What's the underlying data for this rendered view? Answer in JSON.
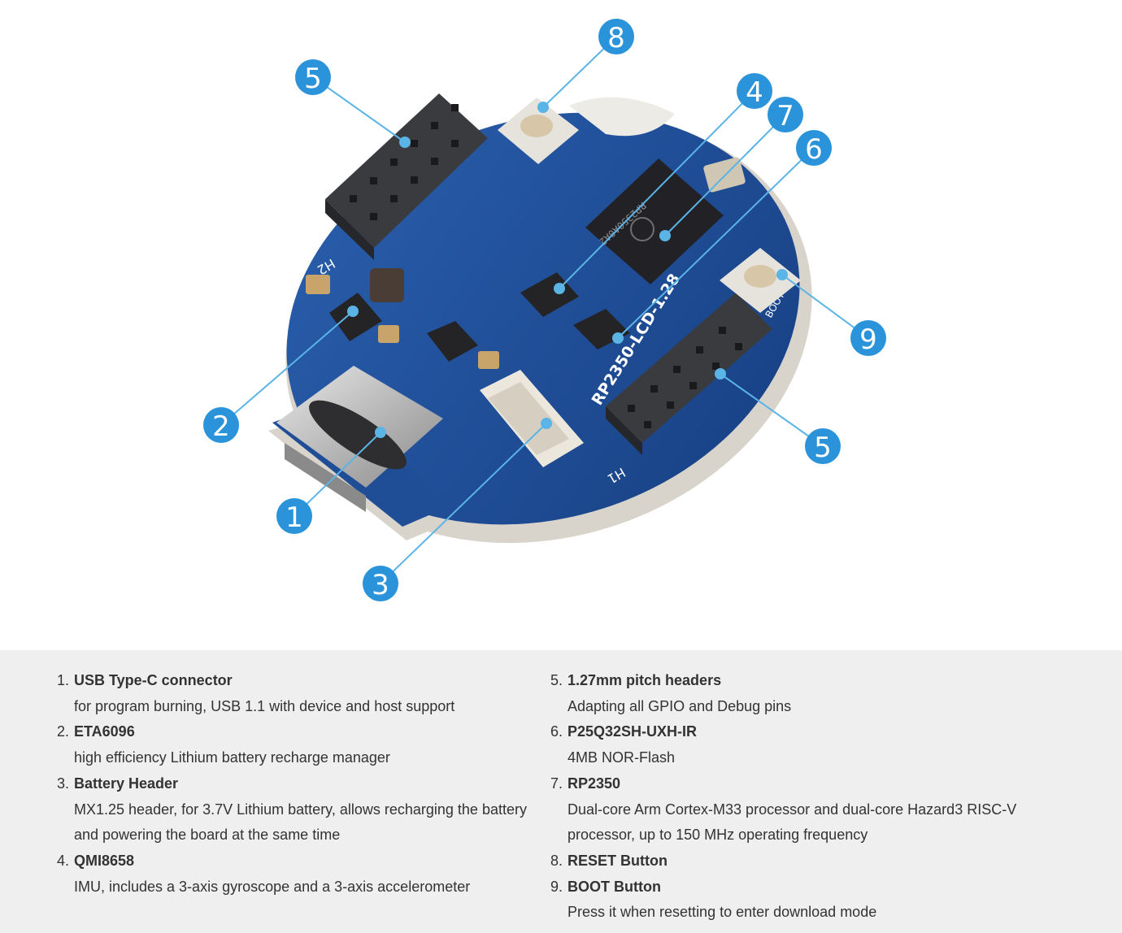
{
  "figure": {
    "board": {
      "silkscreen_name": "RP2350-LCD-1.28",
      "header_h1_label": "H1",
      "header_h2_label": "H2",
      "boot_label": "BOOT",
      "chip_text": "RP2350A0A2"
    },
    "callouts": [
      "1",
      "2",
      "3",
      "4",
      "5",
      "5",
      "6",
      "7",
      "8",
      "9"
    ],
    "colors": {
      "callout_fill": "#2b93d9",
      "leader_line": "#5ab4e6",
      "pcb_blue": "#1f4e96",
      "legend_bg": "#efefef"
    }
  },
  "legend": {
    "left": [
      {
        "num": "1.",
        "title": "USB Type-C connector",
        "desc": [
          "for program burning, USB 1.1 with device and host support"
        ]
      },
      {
        "num": "2.",
        "title": "ETA6096",
        "desc": [
          "high efficiency Lithium battery recharge manager"
        ]
      },
      {
        "num": "3.",
        "title": "Battery Header",
        "desc": [
          "MX1.25 header, for 3.7V Lithium battery, allows recharging the battery",
          "and powering the board at the same time"
        ]
      },
      {
        "num": "4.",
        "title": "QMI8658",
        "desc": [
          "IMU, includes a 3-axis gyroscope and a 3-axis accelerometer"
        ]
      }
    ],
    "right": [
      {
        "num": "5.",
        "title": "1.27mm pitch headers",
        "desc": [
          "Adapting all GPIO and Debug pins"
        ]
      },
      {
        "num": "6.",
        "title": "P25Q32SH-UXH-IR",
        "desc": [
          "4MB NOR-Flash"
        ]
      },
      {
        "num": "7.",
        "title": "RP2350",
        "desc": [
          "Dual-core Arm Cortex-M33 processor and dual-core Hazard3 RISC-V",
          "processor, up to 150 MHz operating frequency"
        ]
      },
      {
        "num": "8.",
        "title": "RESET Button",
        "desc": []
      },
      {
        "num": "9.",
        "title": "BOOT Button",
        "desc": [
          "Press it when resetting to enter download mode"
        ]
      }
    ]
  }
}
